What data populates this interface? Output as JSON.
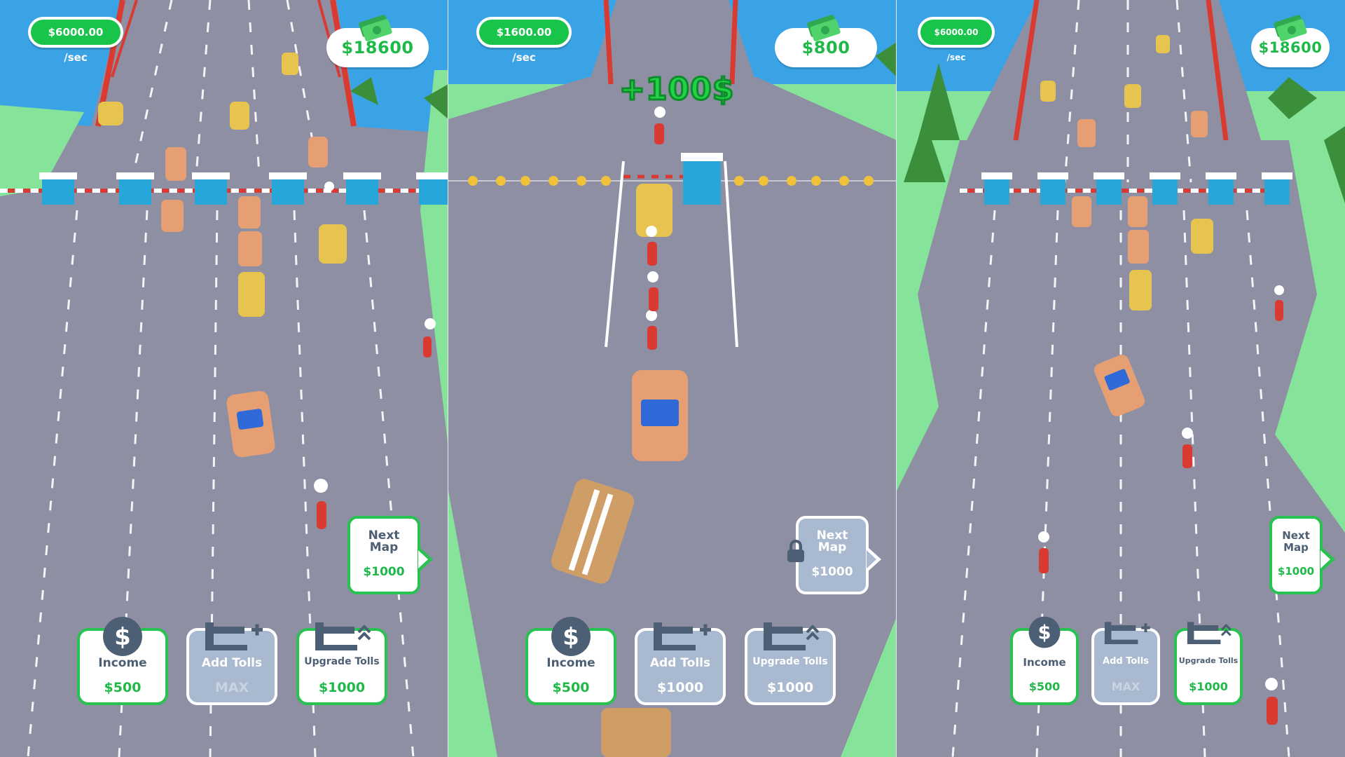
{
  "panels": [
    {
      "rate": "$6000.00 /sec",
      "money": "$18600",
      "float_text": "",
      "next_map": {
        "label": "Next Map",
        "price": "$1000",
        "locked": false
      },
      "buttons": [
        {
          "label": "Income",
          "price": "$500",
          "style": "white",
          "icon": "dollar-icon"
        },
        {
          "label": "Add Tolls",
          "price": "MAX",
          "style": "gray",
          "icon": "add-toll-icon"
        },
        {
          "label": "Upgrade Tolls",
          "price": "$1000",
          "style": "white",
          "icon": "upgrade-toll-icon"
        }
      ]
    },
    {
      "rate": "$1600.00 /sec",
      "money": "$800",
      "float_text": "+100$",
      "next_map": {
        "label": "Next Map",
        "price": "$1000",
        "locked": true
      },
      "buttons": [
        {
          "label": "Income",
          "price": "$500",
          "style": "white",
          "icon": "dollar-icon"
        },
        {
          "label": "Add Tolls",
          "price": "$1000",
          "style": "gray",
          "icon": "add-toll-icon"
        },
        {
          "label": "Upgrade Tolls",
          "price": "$1000",
          "style": "gray",
          "icon": "upgrade-toll-icon"
        }
      ]
    },
    {
      "rate": "$6000.00 /sec",
      "money": "$18600",
      "float_text": "",
      "next_map": {
        "label": "Next Map",
        "price": "$1000",
        "locked": false
      },
      "buttons": [
        {
          "label": "Income",
          "price": "$500",
          "style": "white",
          "icon": "dollar-icon"
        },
        {
          "label": "Add Tolls",
          "price": "MAX",
          "style": "gray",
          "icon": "add-toll-icon"
        },
        {
          "label": "Upgrade Tolls",
          "price": "$1000",
          "style": "white",
          "icon": "upgrade-toll-icon"
        }
      ]
    }
  ],
  "colors": {
    "road": "#8f8fa4",
    "water": "#3aa3e6",
    "grass": "#86e39a",
    "money_green": "#1fb94a",
    "button_text": "#4d5f74",
    "button_gray": "#a9b9cf"
  }
}
